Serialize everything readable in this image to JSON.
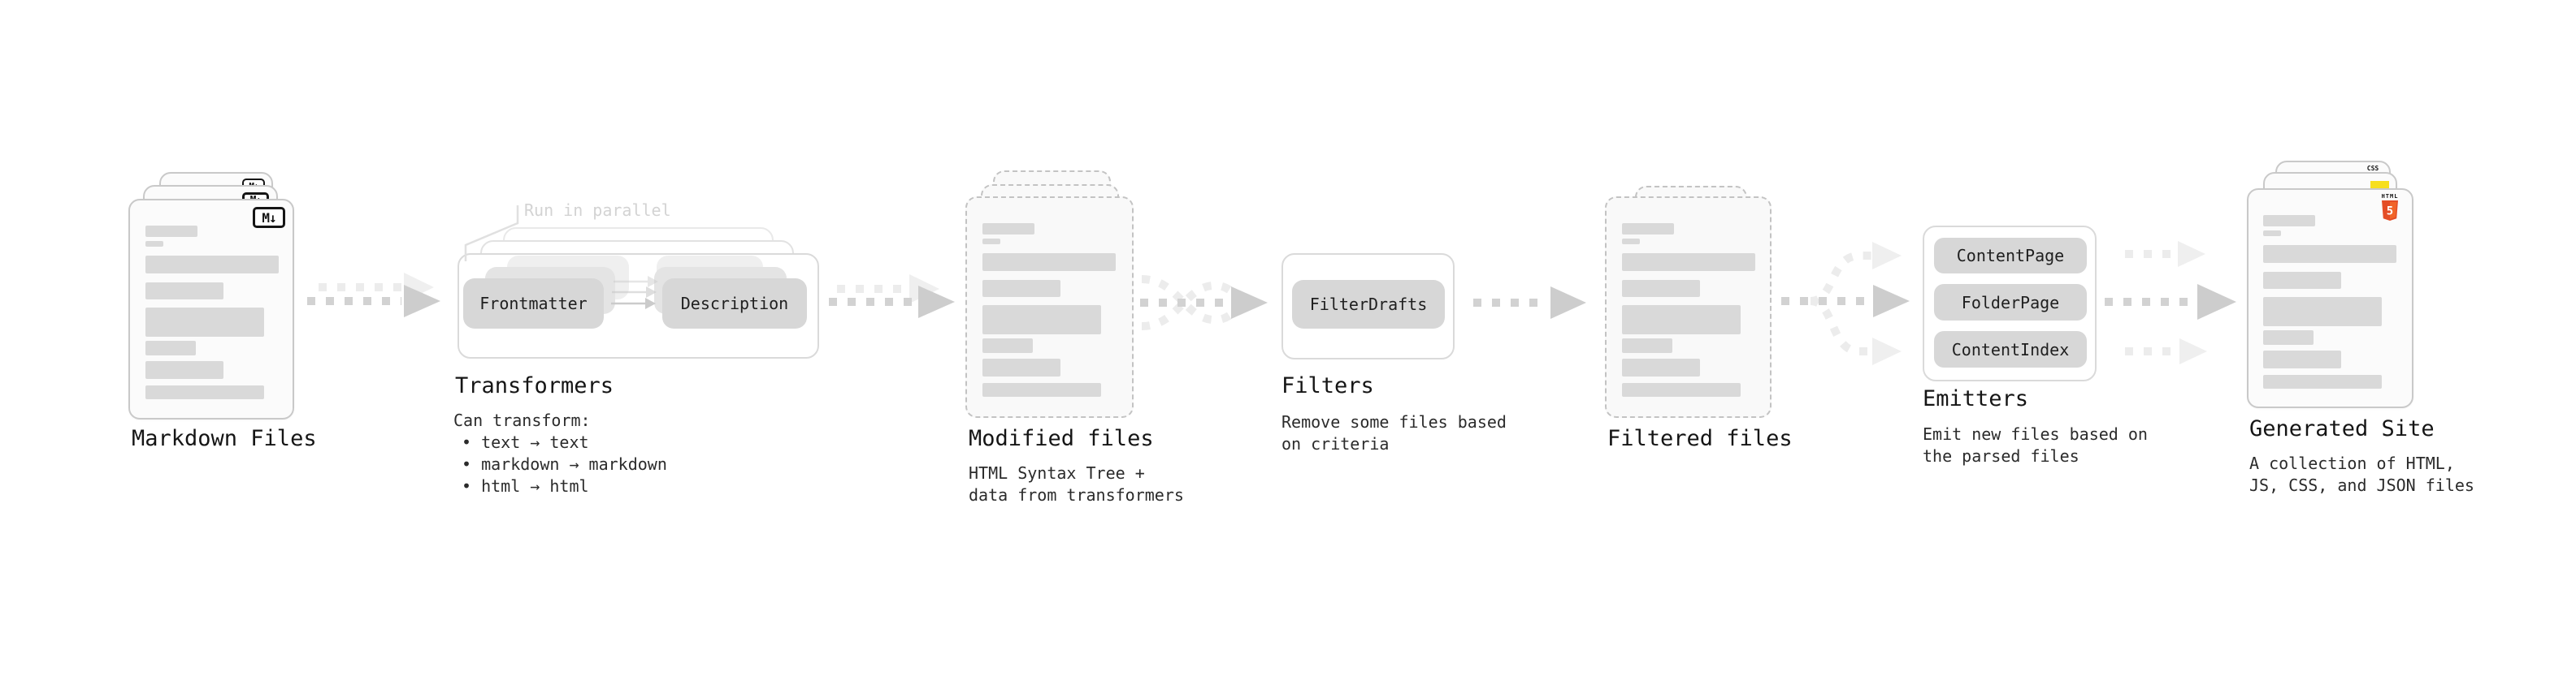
{
  "stages": {
    "markdown": {
      "label": "Markdown Files",
      "file_badge": "M↓"
    },
    "transformers": {
      "label": "Transformers",
      "parallel_note": "Run in parallel",
      "node_frontmatter": "Frontmatter",
      "node_description": "Description",
      "desc_intro": "Can transform:",
      "bullets": [
        "• text → text",
        "• markdown → markdown",
        "• html → html"
      ]
    },
    "modified_files": {
      "label": "Modified files",
      "desc": [
        "HTML Syntax Tree +",
        "data from transformers"
      ]
    },
    "filters": {
      "label": "Filters",
      "node_filterdrafts": "FilterDrafts",
      "desc": [
        "Remove some files based",
        "on criteria"
      ]
    },
    "filtered_files": {
      "label": "Filtered files"
    },
    "emitters": {
      "label": "Emitters",
      "nodes": [
        "ContentPage",
        "FolderPage",
        "ContentIndex"
      ],
      "desc": [
        "Emit new files based on",
        "the parsed files"
      ]
    },
    "generated_site": {
      "label": "Generated Site",
      "desc": [
        "A collection of HTML,",
        "JS, CSS, and JSON files"
      ],
      "css_badge": "CSS",
      "html_badge_label": "HTML",
      "html_badge_number": "5"
    }
  },
  "colors": {
    "html5_orange": "#e44d26",
    "html5_orange_light": "#f16529",
    "js_yellow": "#f7df1e",
    "css_blue": "#2d53e5",
    "bar_gray": "#d9d9d9",
    "node_gray": "#d7d7d7",
    "arrow_dark": "#d2d2d2",
    "arrow_light": "#ececec"
  }
}
